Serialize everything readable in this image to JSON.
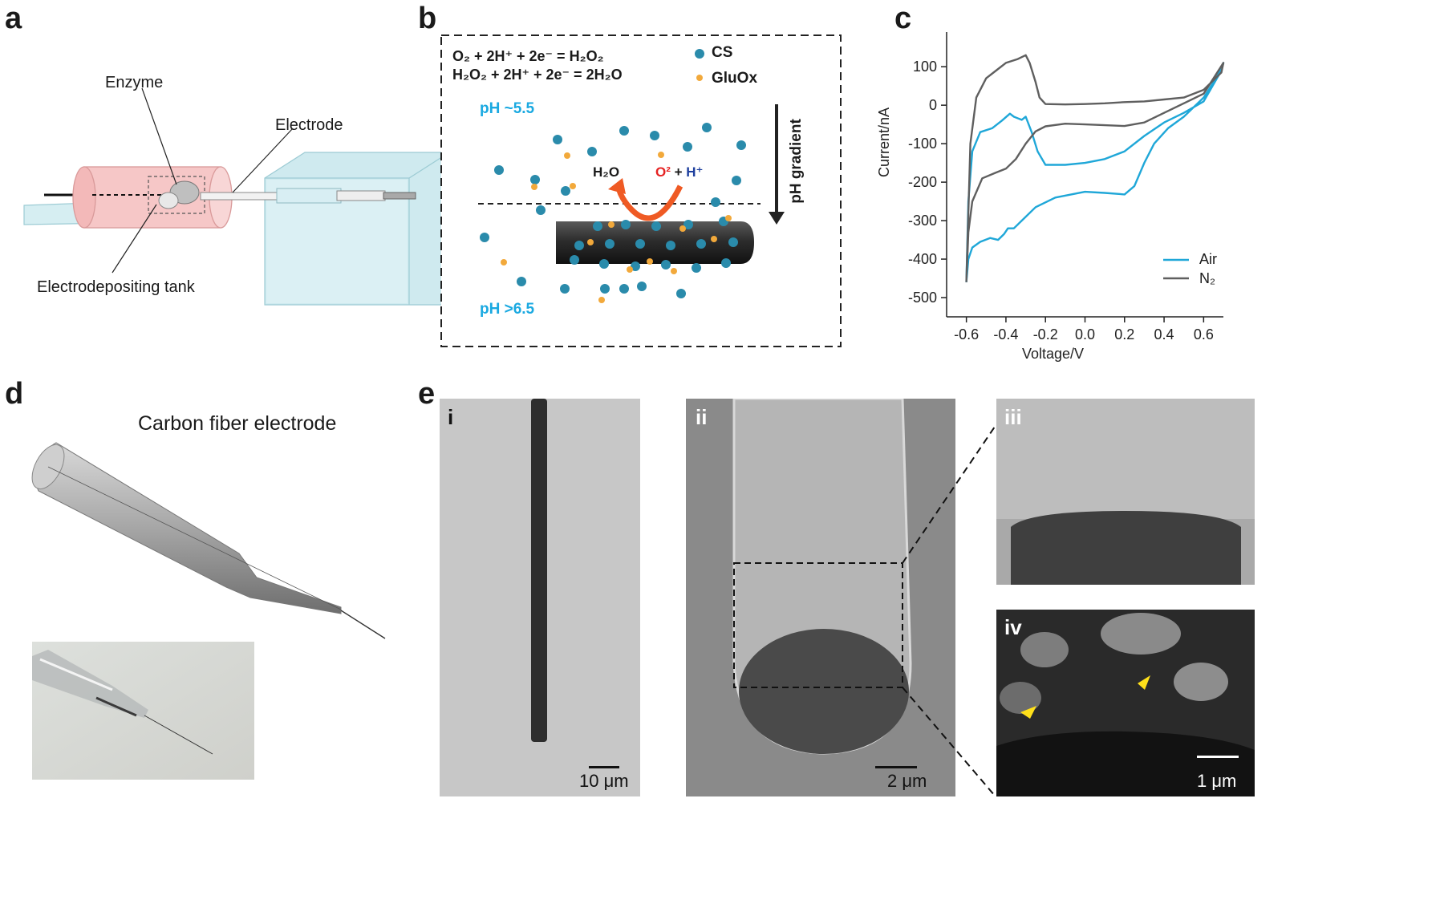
{
  "panels": {
    "a": {
      "letter": "a",
      "labels": {
        "enzyme": "Enzyme",
        "electrode": "Electrode",
        "tank": "Electrodepositing tank"
      }
    },
    "b": {
      "letter": "b",
      "eq1": "O₂ + 2H⁺ + 2e⁻ = H₂O₂",
      "eq2": "H₂O₂ + 2H⁺ + 2e⁻ = 2H₂O",
      "legend_cs": "CS",
      "legend_gluox": "GluOx",
      "ph_top": "pH ~5.5",
      "ph_bottom": "pH >6.5",
      "h2o": "H₂O",
      "o2": "O²",
      "plus": " + ",
      "h_plus": "H⁺",
      "gradient": "pH gradient",
      "colors": {
        "cs": "#2a8bab",
        "gluox": "#f2a93b",
        "arrow": "#ef5a24",
        "ph": "#1aa9e1"
      }
    },
    "c": {
      "letter": "c",
      "legend_air": "Air",
      "legend_n2": "N₂"
    },
    "d": {
      "letter": "d",
      "title": "Carbon fiber electrode"
    },
    "e": {
      "letter": "e",
      "sub_i": "i",
      "sub_ii": "ii",
      "sub_iii": "iii",
      "sub_iv": "iv",
      "scale_i": "10 μm",
      "scale_ii": "2 μm",
      "scale_iv": "1 μm"
    }
  },
  "chart_data": {
    "type": "line",
    "xlabel": "Voltage/V",
    "ylabel": "Current/nA",
    "xlim": [
      -0.7,
      0.7
    ],
    "ylim": [
      -550,
      190
    ],
    "xticks": [
      -0.6,
      -0.4,
      -0.2,
      0.0,
      0.2,
      0.4,
      0.6
    ],
    "xtick_labels": [
      "-0.6",
      "-0.4",
      "-0.2",
      "0.0",
      "0.2",
      "0.4",
      "0.6"
    ],
    "yticks": [
      100,
      0,
      -100,
      -200,
      -300,
      -400,
      -500
    ],
    "ytick_labels": [
      "100",
      "0",
      "-100",
      "-200",
      "-300",
      "-400",
      "-500"
    ],
    "grid": false,
    "legend_position": "bottom-right",
    "series": [
      {
        "name": "Air",
        "color": "#1fa7d8",
        "points": [
          [
            -0.6,
            -460
          ],
          [
            -0.59,
            -400
          ],
          [
            -0.57,
            -370
          ],
          [
            -0.53,
            -355
          ],
          [
            -0.48,
            -345
          ],
          [
            -0.44,
            -350
          ],
          [
            -0.41,
            -335
          ],
          [
            -0.39,
            -320
          ],
          [
            -0.36,
            -320
          ],
          [
            -0.32,
            -300
          ],
          [
            -0.25,
            -265
          ],
          [
            -0.15,
            -240
          ],
          [
            0.0,
            -225
          ],
          [
            0.1,
            -228
          ],
          [
            0.2,
            -232
          ],
          [
            0.25,
            -210
          ],
          [
            0.3,
            -150
          ],
          [
            0.35,
            -100
          ],
          [
            0.42,
            -60
          ],
          [
            0.5,
            -30
          ],
          [
            0.6,
            20
          ],
          [
            0.65,
            60
          ],
          [
            0.7,
            110
          ],
          [
            0.69,
            90
          ],
          [
            0.6,
            10
          ],
          [
            0.5,
            -20
          ],
          [
            0.4,
            -45
          ],
          [
            0.3,
            -80
          ],
          [
            0.2,
            -120
          ],
          [
            0.1,
            -140
          ],
          [
            0.0,
            -150
          ],
          [
            -0.1,
            -155
          ],
          [
            -0.2,
            -155
          ],
          [
            -0.24,
            -120
          ],
          [
            -0.27,
            -70
          ],
          [
            -0.3,
            -30
          ],
          [
            -0.32,
            -38
          ],
          [
            -0.36,
            -30
          ],
          [
            -0.38,
            -22
          ],
          [
            -0.42,
            -40
          ],
          [
            -0.47,
            -60
          ],
          [
            -0.53,
            -70
          ],
          [
            -0.57,
            -120
          ],
          [
            -0.59,
            -250
          ],
          [
            -0.6,
            -460
          ]
        ]
      },
      {
        "name": "N₂",
        "color": "#5f5f5f",
        "points": [
          [
            -0.6,
            -460
          ],
          [
            -0.59,
            -330
          ],
          [
            -0.57,
            -250
          ],
          [
            -0.52,
            -190
          ],
          [
            -0.45,
            -175
          ],
          [
            -0.4,
            -165
          ],
          [
            -0.35,
            -140
          ],
          [
            -0.3,
            -100
          ],
          [
            -0.25,
            -68
          ],
          [
            -0.2,
            -55
          ],
          [
            -0.1,
            -48
          ],
          [
            0.0,
            -50
          ],
          [
            0.1,
            -52
          ],
          [
            0.2,
            -54
          ],
          [
            0.3,
            -45
          ],
          [
            0.4,
            -20
          ],
          [
            0.5,
            5
          ],
          [
            0.6,
            30
          ],
          [
            0.7,
            110
          ],
          [
            0.69,
            85
          ],
          [
            0.6,
            40
          ],
          [
            0.5,
            20
          ],
          [
            0.4,
            15
          ],
          [
            0.3,
            10
          ],
          [
            0.2,
            8
          ],
          [
            0.1,
            5
          ],
          [
            0.0,
            3
          ],
          [
            -0.1,
            2
          ],
          [
            -0.2,
            3
          ],
          [
            -0.23,
            20
          ],
          [
            -0.25,
            60
          ],
          [
            -0.28,
            110
          ],
          [
            -0.3,
            130
          ],
          [
            -0.34,
            120
          ],
          [
            -0.4,
            110
          ],
          [
            -0.45,
            90
          ],
          [
            -0.5,
            70
          ],
          [
            -0.55,
            20
          ],
          [
            -0.58,
            -100
          ],
          [
            -0.6,
            -460
          ]
        ]
      }
    ]
  }
}
